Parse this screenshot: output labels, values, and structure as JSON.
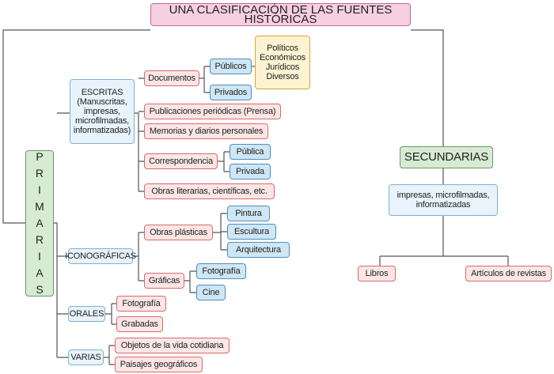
{
  "title": "UNA CLASIFICACIÓN DE LAS FUENTES HISTÓRICAS",
  "primarias": "PRIMARIAS",
  "secundarias": "SECUNDARIAS",
  "escritas": "ESCRITAS\n(Manuscritas,\nimpresas,\nmicrofilmadas,\ninformatizadas)",
  "documentos": "Documentos",
  "publicos": "Públicos",
  "privados": "Privados",
  "tipos": "Políticos\nEconómicos\nJurídicos\nDiversos",
  "publicaciones": "Publicaciones periódicas (Prensa)",
  "memorias": "Memorias y diarios personales",
  "correspondencia": "Correspondencia",
  "publica": "Pública",
  "privada": "Privada",
  "obras_literarias": "Obras literarias, científicas, etc.",
  "iconograficas": "ICONOGRÁFICAS",
  "obras_plasticas": "Obras plásticas",
  "pintura": "Pintura",
  "escultura": "Escultura",
  "arquitectura": "Arquitectura",
  "graficas": "Gráficas",
  "fotografia_g": "Fotografía",
  "cine": "Cine",
  "orales": "ORALES",
  "fotografia_o": "Fotografía",
  "grabadas": "Grabadas",
  "varias": "VARIAS",
  "objetos": "Objetos de la vida cotidiana",
  "paisajes": "Paisajes geográficos",
  "secundarias_tipo": "impresas, microfilmadas,\ninformatizadas",
  "libros": "Libros",
  "articulos": "Artículos de revistas"
}
